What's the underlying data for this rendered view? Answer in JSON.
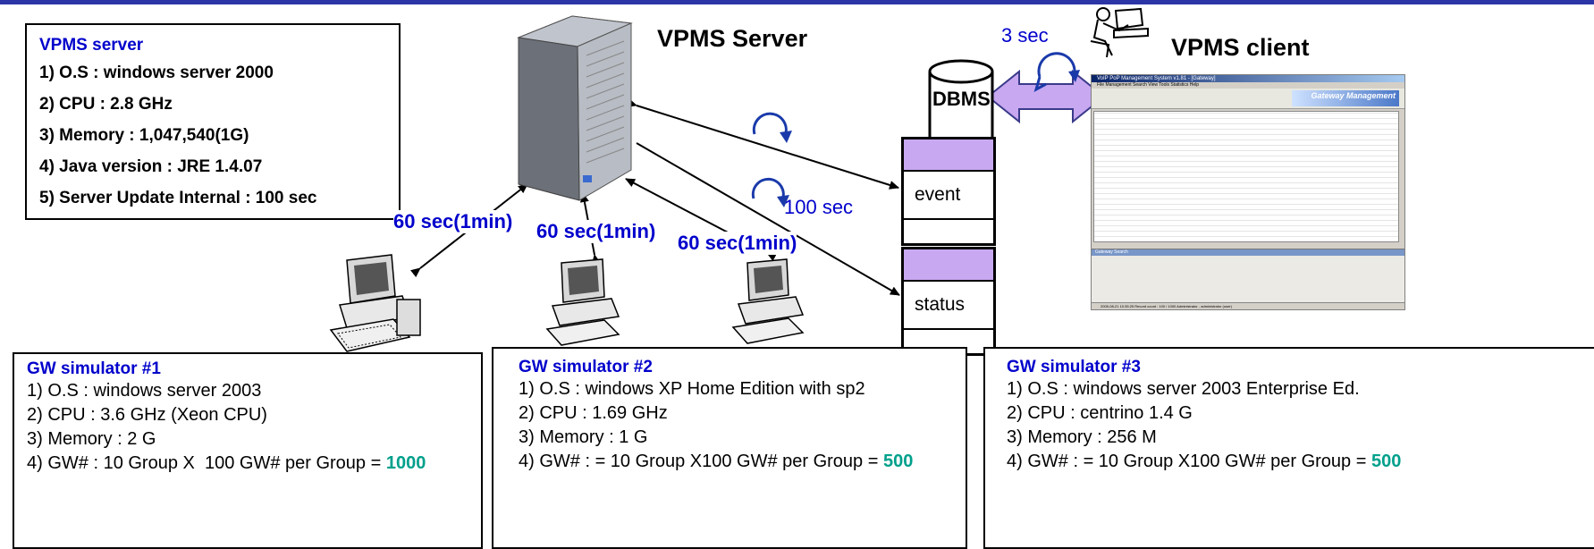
{
  "server_spec": {
    "title": "VPMS server",
    "lines": [
      "1) O.S : windows server 2000",
      "2) CPU : 2.8 GHz",
      "3) Memory : 1,047,540(1G)",
      "4) Java version : JRE 1.4.07",
      "5) Server Update Internal : 100 sec"
    ]
  },
  "labels": {
    "server": "VPMS Server",
    "client": "VPMS client",
    "dbms": "DBMS",
    "client_interval": "3 sec",
    "event_interval": "100 sec",
    "event_table": "event",
    "status_table": "status",
    "gw1_interval": "60 sec(1min)",
    "gw2_interval": "60 sec(1min)",
    "gw3_interval": "60 sec(1min)"
  },
  "simulators": [
    {
      "title": "GW simulator #1",
      "lines": [
        "1) O.S : windows server 2003",
        "2) CPU : 3.6 GHz (Xeon CPU)",
        "3) Memory : 2 G"
      ],
      "gw_prefix": "4) GW# : 10 Group X  100 GW# per Group = ",
      "gw_total": "1000"
    },
    {
      "title": "GW simulator #2",
      "lines": [
        "1) O.S : windows XP Home Edition with sp2",
        "2) CPU : 1.69 GHz",
        "3) Memory : 1 G"
      ],
      "gw_prefix": "4) GW# : = 10 Group X100 GW# per Group = ",
      "gw_total": "500"
    },
    {
      "title": "GW simulator #3",
      "lines": [
        "1) O.S : windows server 2003 Enterprise Ed.",
        "2) CPU : centrino 1.4 G",
        "3) Memory : 256 M"
      ],
      "gw_prefix": "4) GW# : = 10 Group X100 GW# per Group = ",
      "gw_total": "500"
    }
  ],
  "client_window": {
    "title": "VoIP PoP Management System v1.81 - [Gateway]",
    "menu": "File  Management  Search  View  Tools  Statistics  Help",
    "banner": "Gateway Management",
    "search_title": "Gateway Search",
    "status_text": "2005-08-21  10:35:25    Record count : 100 / 1000    Administrator - administrator (user)"
  },
  "colors": {
    "accent_blue": "#0000cc",
    "highlight_green": "#00a08c",
    "table_band": "#c8a8f0",
    "arrow_fill": "#c8a8f0"
  }
}
